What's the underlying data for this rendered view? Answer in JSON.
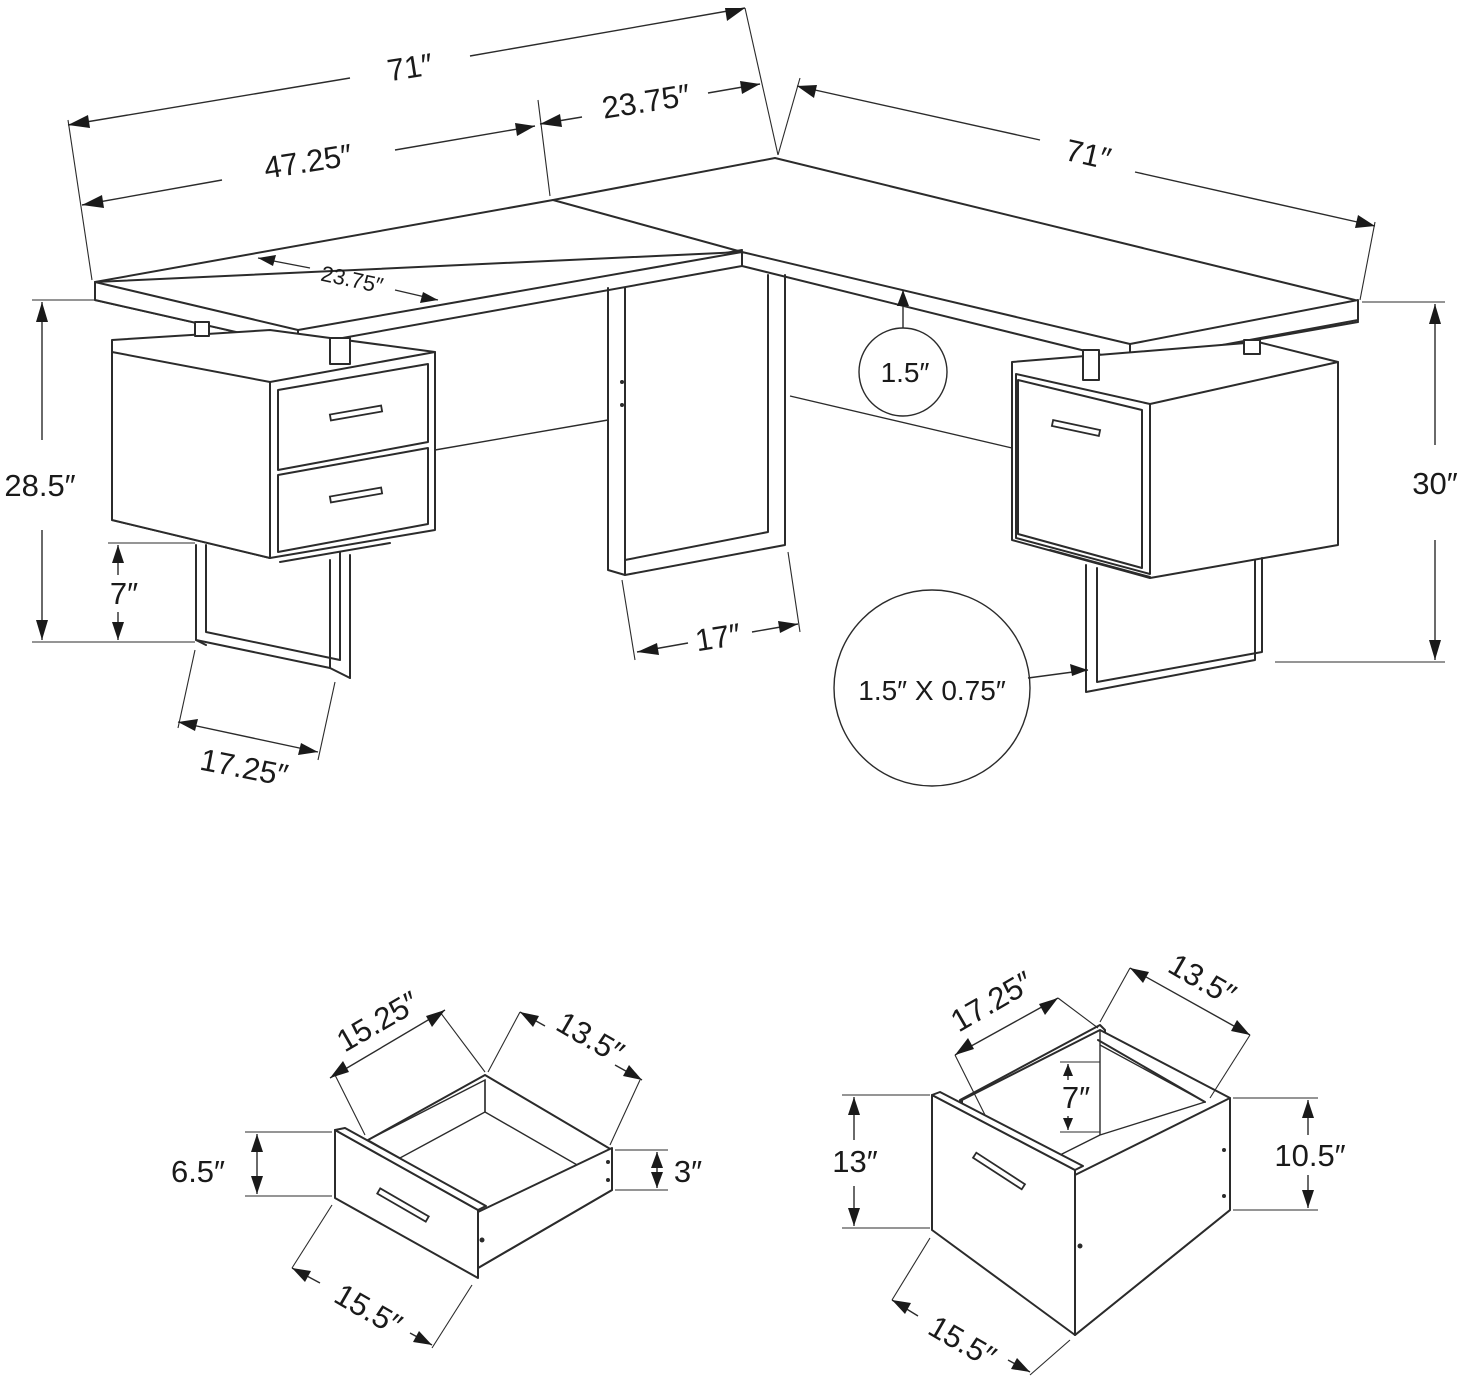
{
  "desk": {
    "overall_width_back": "71″",
    "left_return_top": "47.25″",
    "corner_depth_top": "23.75″",
    "right_return_top": "71″",
    "left_surface_depth": "23.75″",
    "top_thickness": "1.5″",
    "left_height": "28.5″",
    "right_height": "30″",
    "leg_clearance": "7″",
    "left_leg_depth": "17.25″",
    "middle_leg_depth": "17″",
    "leg_profile": "1.5″ X 0.75″"
  },
  "small_drawer": {
    "width": "15.25″",
    "depth": "13.5″",
    "front_height": "6.5″",
    "inner_height": "3″",
    "front_width": "15.5″"
  },
  "file_drawer": {
    "width": "17.25″",
    "depth": "13.5″",
    "inner_height": "7″",
    "front_height": "13″",
    "side_height": "10.5″",
    "front_width": "15.5″"
  }
}
